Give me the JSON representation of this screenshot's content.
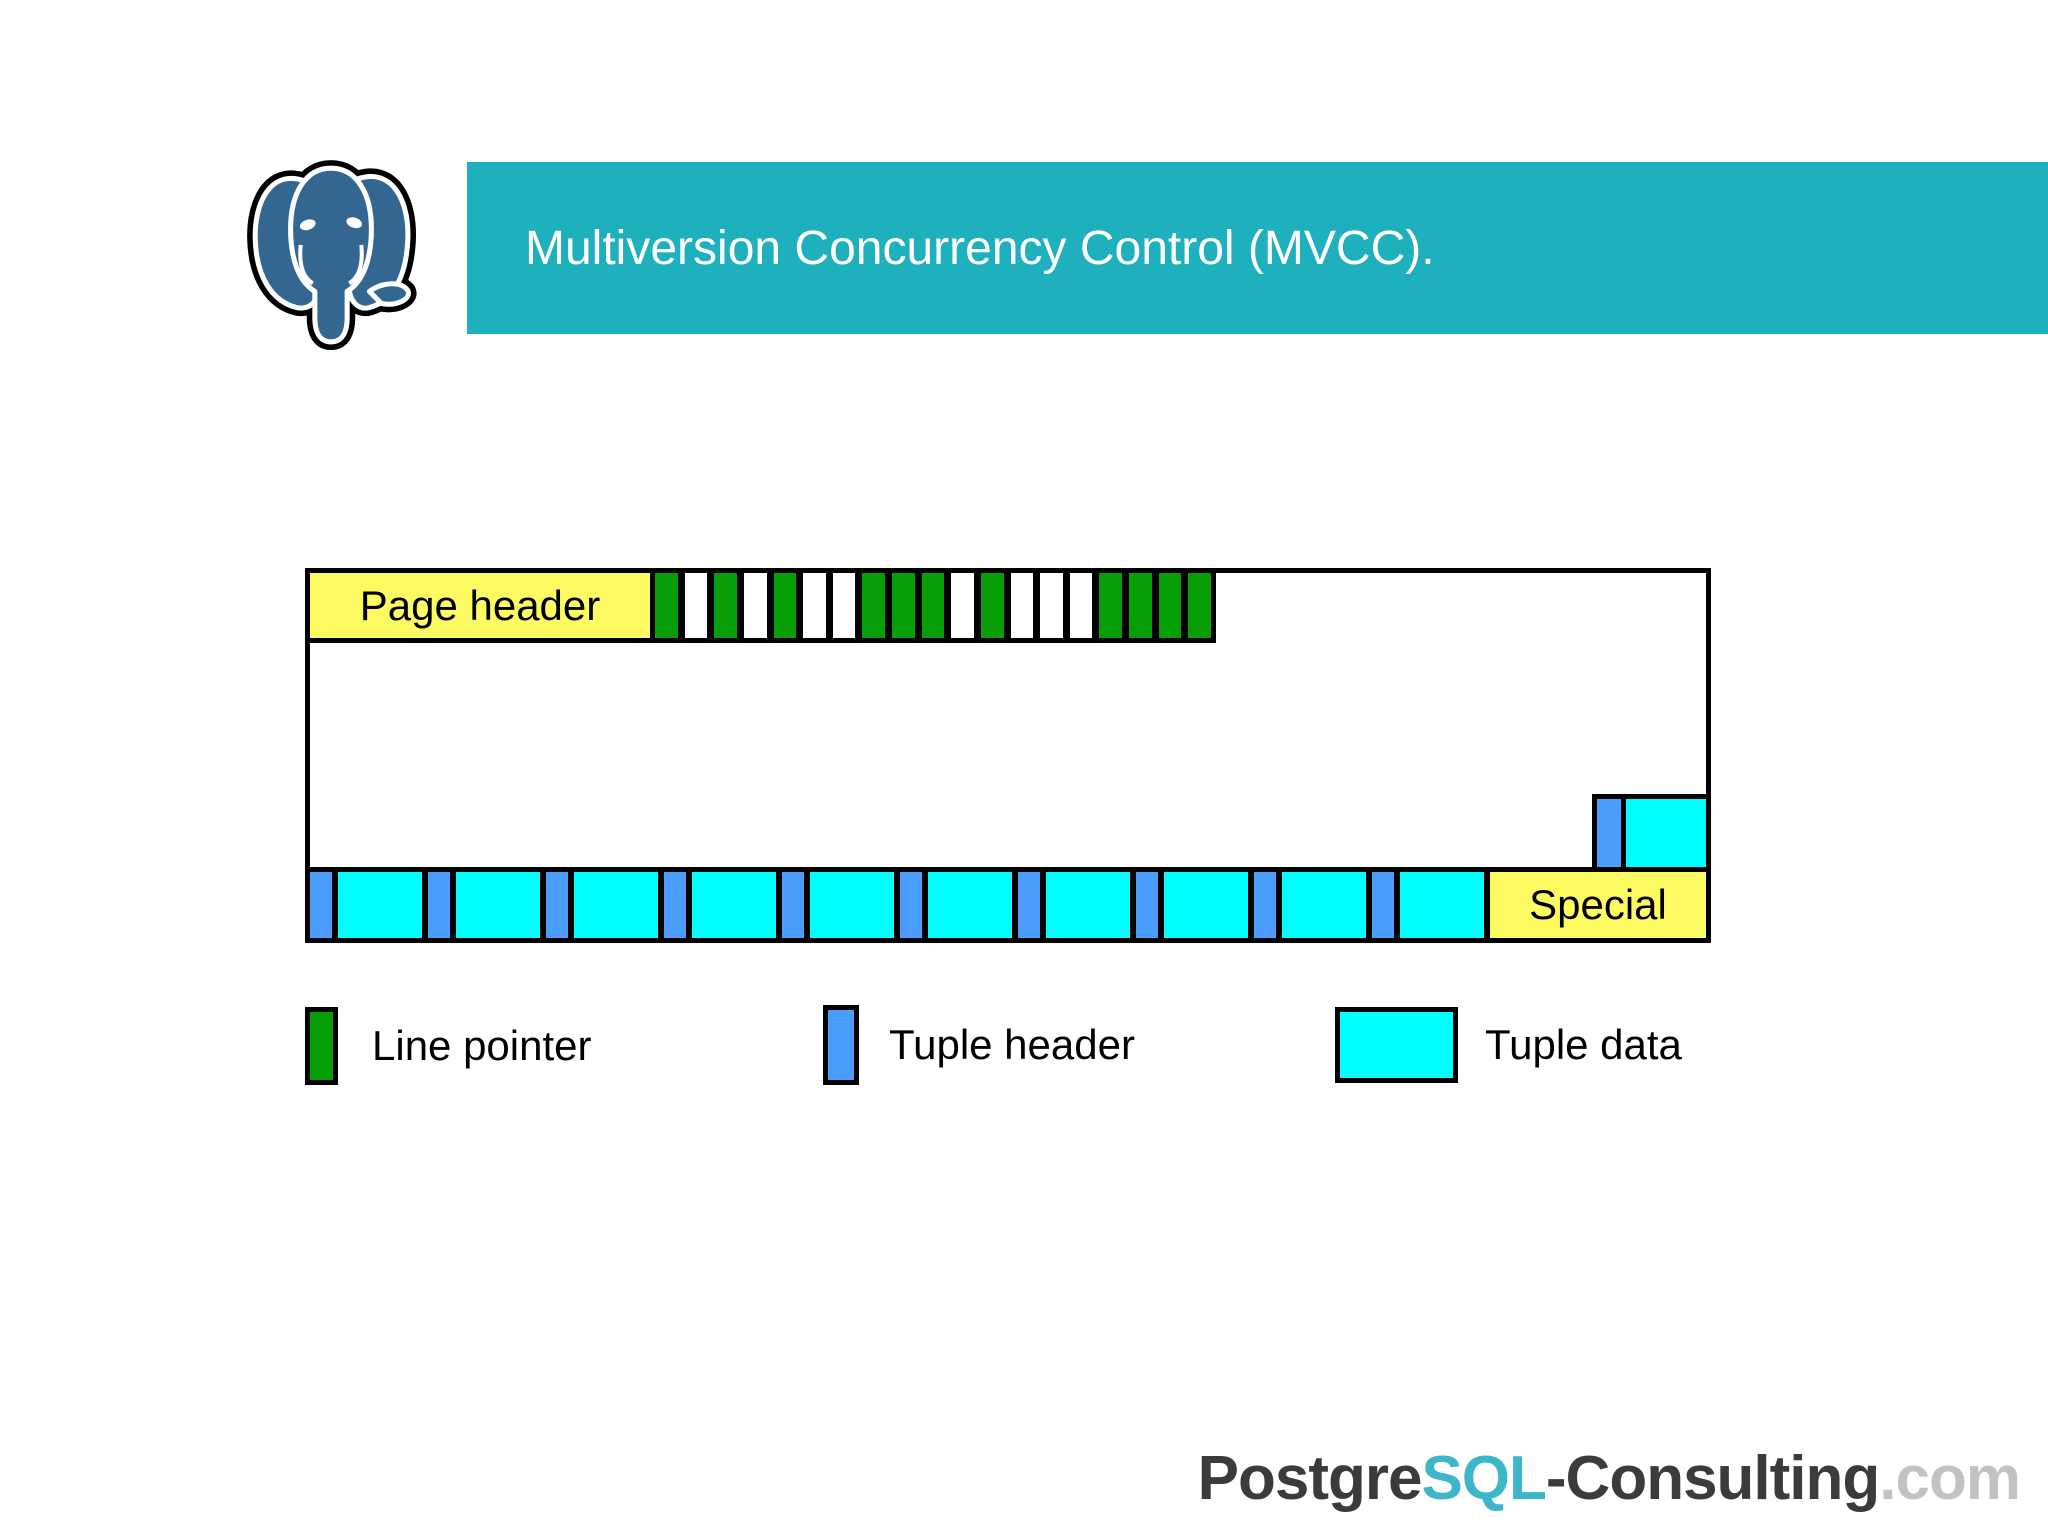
{
  "header": {
    "title": "Multiversion Concurrency Control (MVCC).",
    "title_color": "#FFFFFF",
    "banner_color": "#1FB0BE",
    "logo": "postgresql-elephant"
  },
  "colors": {
    "line_pointer_used": "#089E08",
    "line_pointer_free": "#FFFFFF",
    "tuple_header": "#4A9DFA",
    "tuple_data": "#00FFFF",
    "label_box": "#FCFC62",
    "border": "#000000",
    "elephant_blue": "#336791"
  },
  "diagram": {
    "page_header_label": "Page header",
    "special_label": "Special",
    "line_pointer_slots": [
      "used",
      "free",
      "used",
      "free",
      "used",
      "free",
      "free",
      "used",
      "used",
      "used",
      "free",
      "used",
      "free",
      "free",
      "free",
      "used",
      "used",
      "used",
      "used"
    ],
    "tuple_count": 10,
    "floating_tuple": {
      "has_header": true,
      "has_data": true
    }
  },
  "legend": {
    "items": [
      {
        "label": "Line pointer",
        "color_key": "line_pointer_used"
      },
      {
        "label": "Tuple header",
        "color_key": "tuple_header"
      },
      {
        "label": "Tuple data",
        "color_key": "tuple_data"
      }
    ]
  },
  "footer": {
    "parts": [
      {
        "text": "Postgre",
        "color": "#3B3B3D"
      },
      {
        "text": "SQL",
        "color": "#3EB6CA"
      },
      {
        "text": "-Consulting",
        "color": "#3B3B3D"
      },
      {
        "text": ".com",
        "color": "#C2C2C2"
      }
    ]
  }
}
